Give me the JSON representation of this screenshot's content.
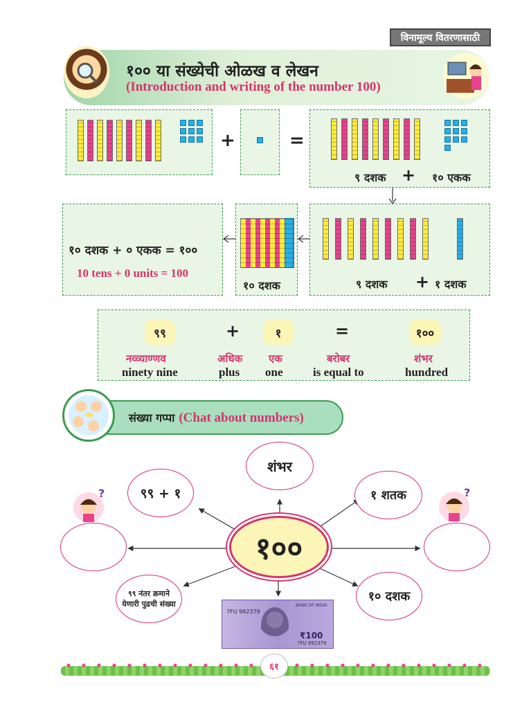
{
  "badge": "विनामूल्य वितरणासाठी",
  "header": {
    "title_mr": "१०० या संख्येची ओळख व लेखन",
    "title_en": "(Introduction and writing of the  number 100)"
  },
  "row1": {
    "plus": "+",
    "equals": "=",
    "label_tens": "९ दशक",
    "label_plus": "+",
    "label_units": "१० एकक"
  },
  "row2": {
    "equation_mr": "१० दशक + ० एकक = १००",
    "equation_en": "10 tens +  0 units  =  100",
    "mid_label": "१० दशक",
    "right_label_a": "९ दशक",
    "right_label_plus": "+",
    "right_label_b": "१ दशक"
  },
  "sum_box": {
    "n1": "९९",
    "op1": "+",
    "n2": "१",
    "op2": "=",
    "n3": "१००",
    "w1_mr": "नव्व्याण्णव",
    "w1_en": "ninety nine",
    "w2_mr": "अधिक",
    "w2_en": "plus",
    "w3_mr": "एक",
    "w3_en": "one",
    "w4_mr": "बरोबर",
    "w4_en": "is equal to",
    "w5_mr": "शंभर",
    "w5_en": "hundred"
  },
  "chat": {
    "label_mr": "संख्या गप्पा",
    "label_en": "(Chat about numbers)"
  },
  "web": {
    "center": "१००",
    "top": "शंभर",
    "top_left": "९९ + १",
    "top_right": "१ शतक",
    "bottom_left": "९९ नंतर क्रमाने येणारी पुढची संख्या",
    "bottom_right": "१० दशक",
    "left": "",
    "right": "",
    "question_mark": "?"
  },
  "banknote": {
    "value": "₹100",
    "serial": "7FU 992379",
    "bank": "BANK OF INDIA"
  },
  "page_number": "६१",
  "colors": {
    "pink": "#d6336c",
    "green": "#3c9b4f",
    "yellow_rod": "#ffec3d",
    "pink_rod": "#e8428c",
    "blue_cube": "#29aee6"
  }
}
